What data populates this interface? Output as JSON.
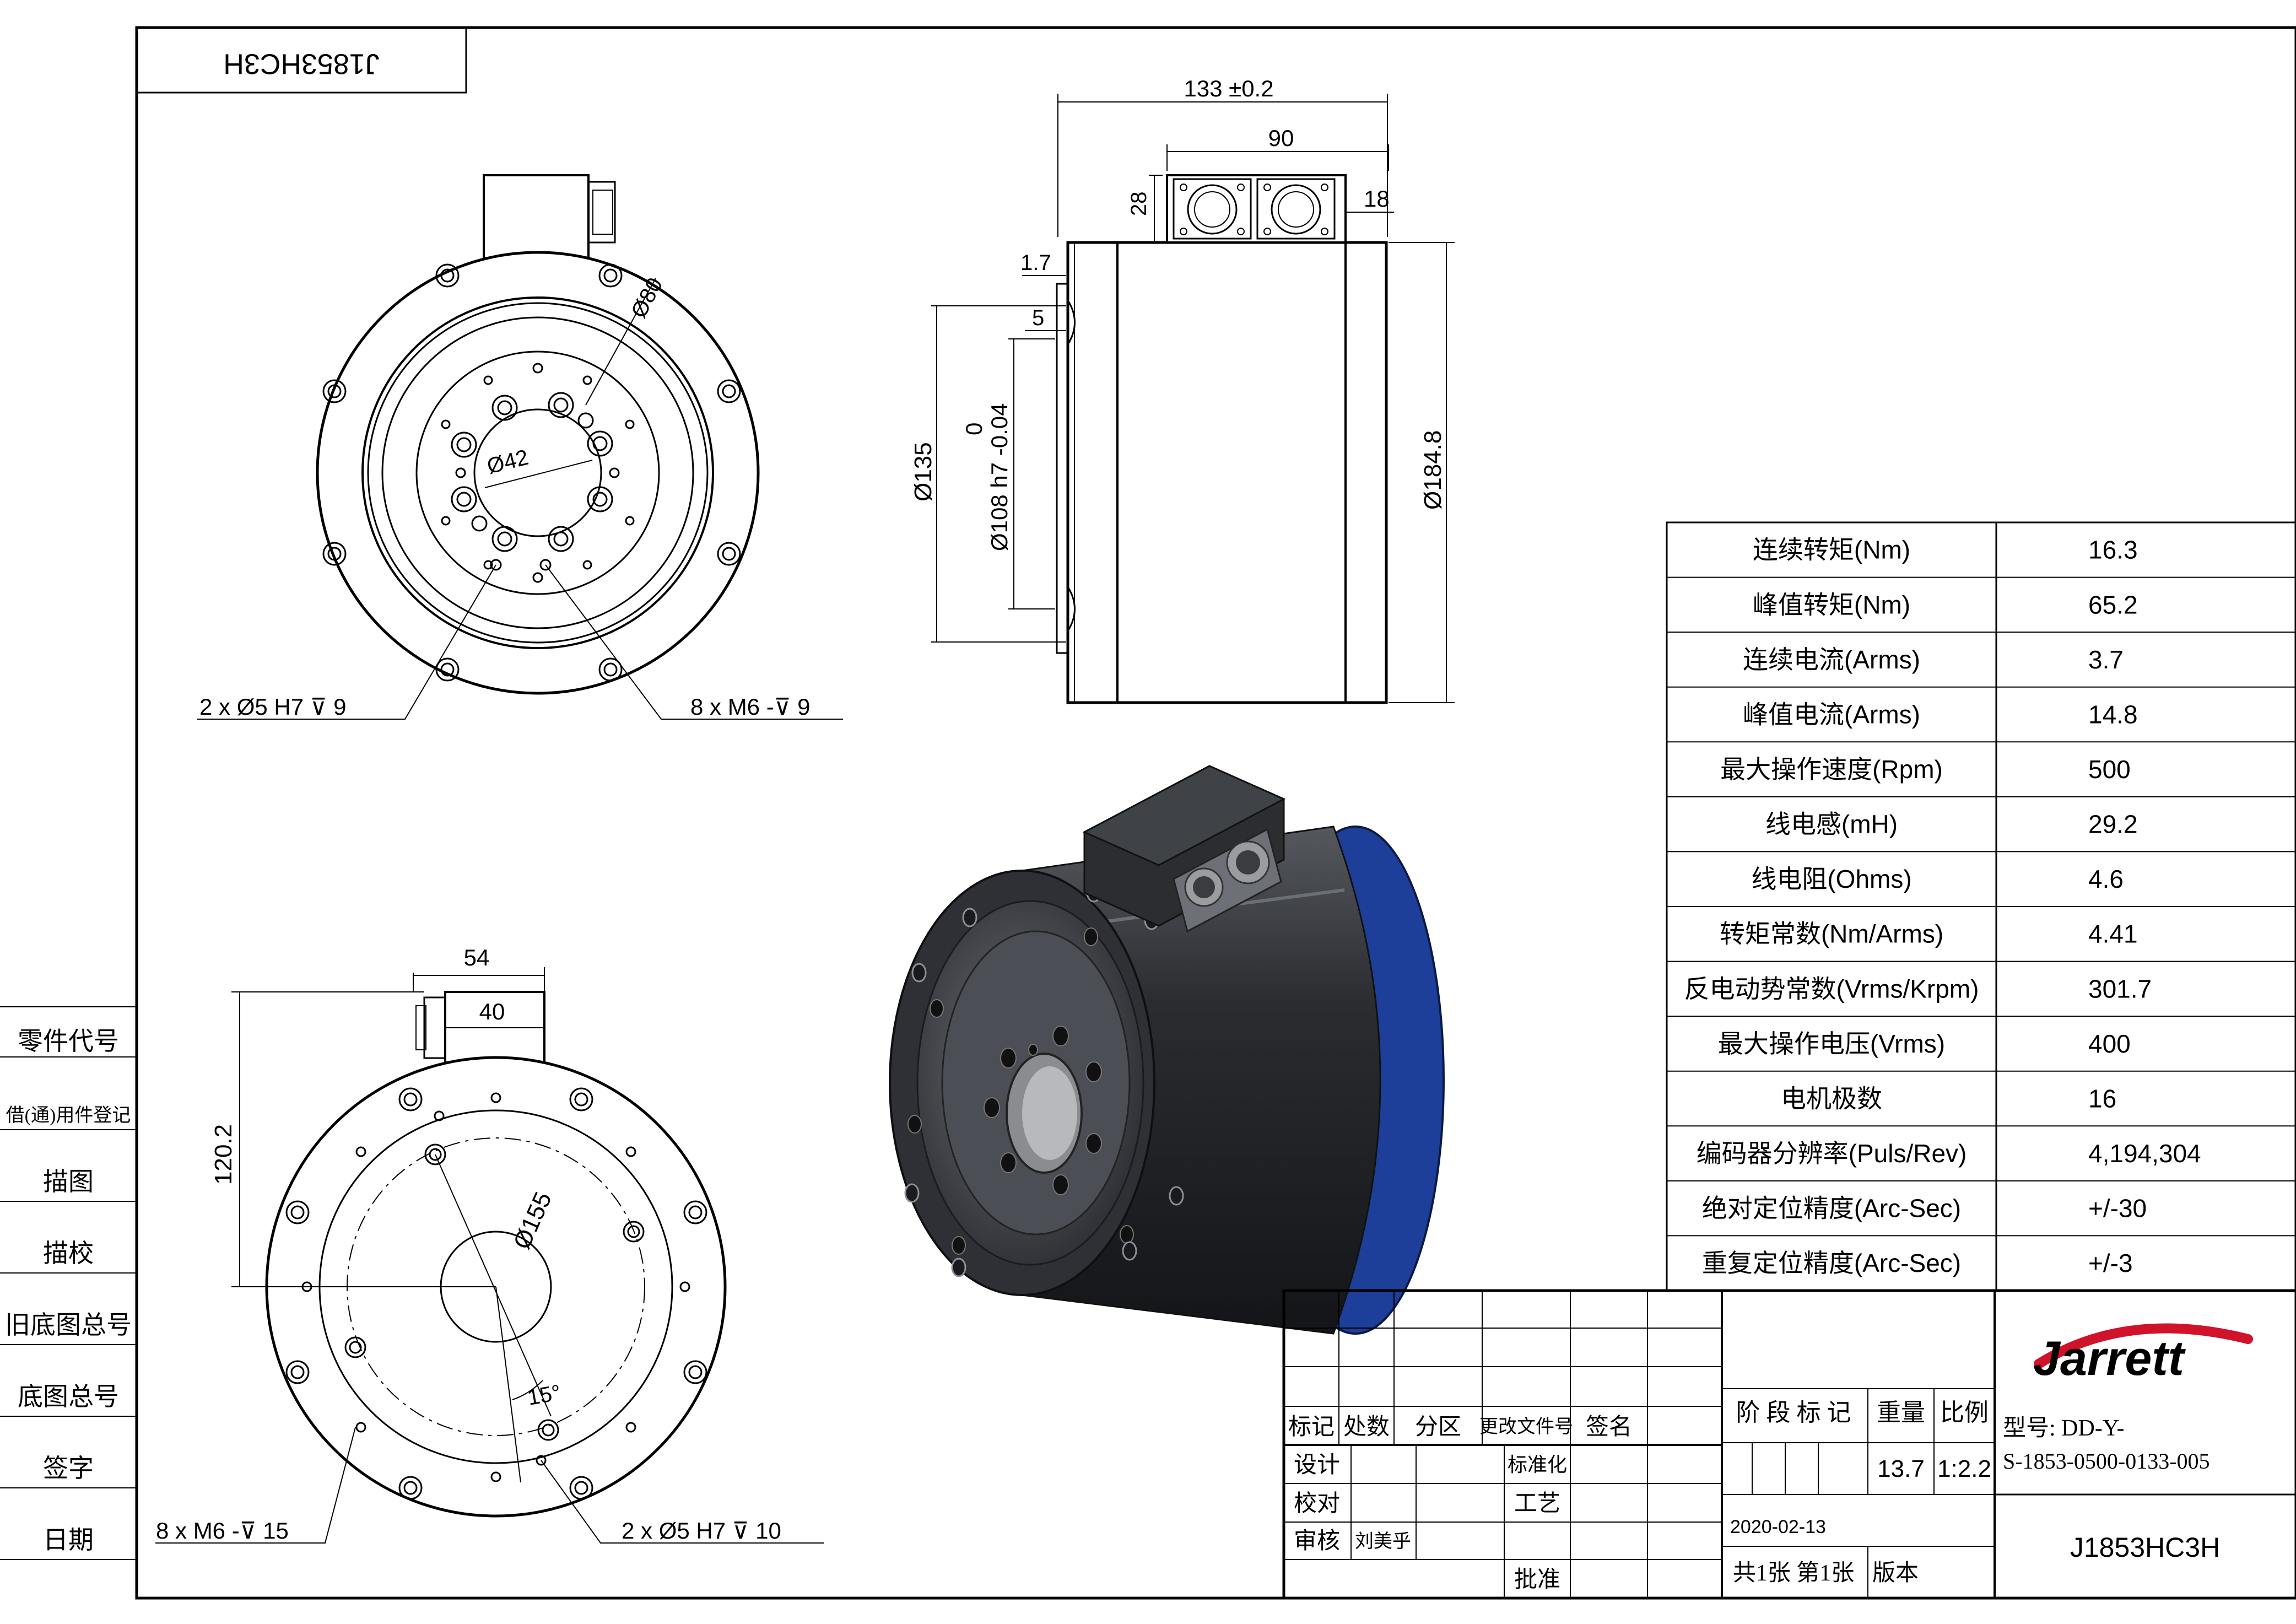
{
  "drawing_number_rotated": "J1853HC3H",
  "front_view": {
    "dim_phi80": "Ø80",
    "dim_phi42": "Ø42",
    "callout_left": "2 x Ø5 H7 ⊽ 9",
    "callout_right": "8 x M6 -⊽ 9"
  },
  "side_view": {
    "dim_133": "133 ±0.2",
    "dim_90": "90",
    "dim_28": "28",
    "dim_18": "18",
    "dim_1_7": "1.7",
    "dim_5": "5",
    "dim_phi135": "Ø135",
    "dim_tol_0": "0",
    "dim_phi108": "Ø108 h7 -0.04",
    "dim_phi184": "Ø184.8"
  },
  "rear_view": {
    "dim_54": "54",
    "dim_40": "40",
    "dim_120": "120.2",
    "dim_phi155": "Ø155",
    "dim_15deg": "15°",
    "callout_left": "8 x  M6 -⊽ 15",
    "callout_right": "2 x Ø5  H7 ⊽ 10"
  },
  "left_margin_labels": [
    "零件代号",
    "借(通)用件登记",
    "描图",
    "描校",
    "旧底图总号",
    "底图总号",
    "签字",
    "日期"
  ],
  "spec_table": [
    {
      "name": "连续转矩(Nm)",
      "value": "16.3"
    },
    {
      "name": "峰值转矩(Nm)",
      "value": "65.2"
    },
    {
      "name": "连续电流(Arms)",
      "value": "3.7"
    },
    {
      "name": "峰值电流(Arms)",
      "value": "14.8"
    },
    {
      "name": "最大操作速度(Rpm)",
      "value": "500"
    },
    {
      "name": "线电感(mH)",
      "value": "29.2"
    },
    {
      "name": "线电阻(Ohms)",
      "value": "4.6"
    },
    {
      "name": "转矩常数(Nm/Arms)",
      "value": "4.41"
    },
    {
      "name": "反电动势常数(Vrms/Krpm)",
      "value": "301.7"
    },
    {
      "name": "最大操作电压(Vrms)",
      "value": "400"
    },
    {
      "name": "电机极数",
      "value": "16"
    },
    {
      "name": "编码器分辨率(Puls/Rev)",
      "value": "4,194,304"
    },
    {
      "name": "绝对定位精度(Arc-Sec)",
      "value": "+/-30"
    },
    {
      "name": "重复定位精度(Arc-Sec)",
      "value": "+/-3"
    }
  ],
  "title_block": {
    "rev_headers": [
      "标记",
      "处数",
      "分区",
      "更改文件号",
      "签名"
    ],
    "design": "设计",
    "standardize": "标准化",
    "check": "校对",
    "process": "工艺",
    "review": "审核",
    "reviewer": "刘美乎",
    "approve": "批准",
    "stage_mark": "阶 段 标 记",
    "weight_label": "重量",
    "scale_label": "比例",
    "weight": "13.7",
    "scale": "1:2.2",
    "date": "2020-02-13",
    "sheets": "共1张 第1张",
    "version": "版本",
    "logo": "Jarrett",
    "model_line1": "型号: DD-Y-",
    "model_line2": "S-1853-0500-0133-005",
    "drawing_no": "J1853HC3H"
  },
  "colors": {
    "line": "#000000",
    "body": "#2b2d31",
    "body_light": "#5a5d63",
    "accent_blue": "#1d3f9a",
    "logo_red": "#d0122a"
  }
}
